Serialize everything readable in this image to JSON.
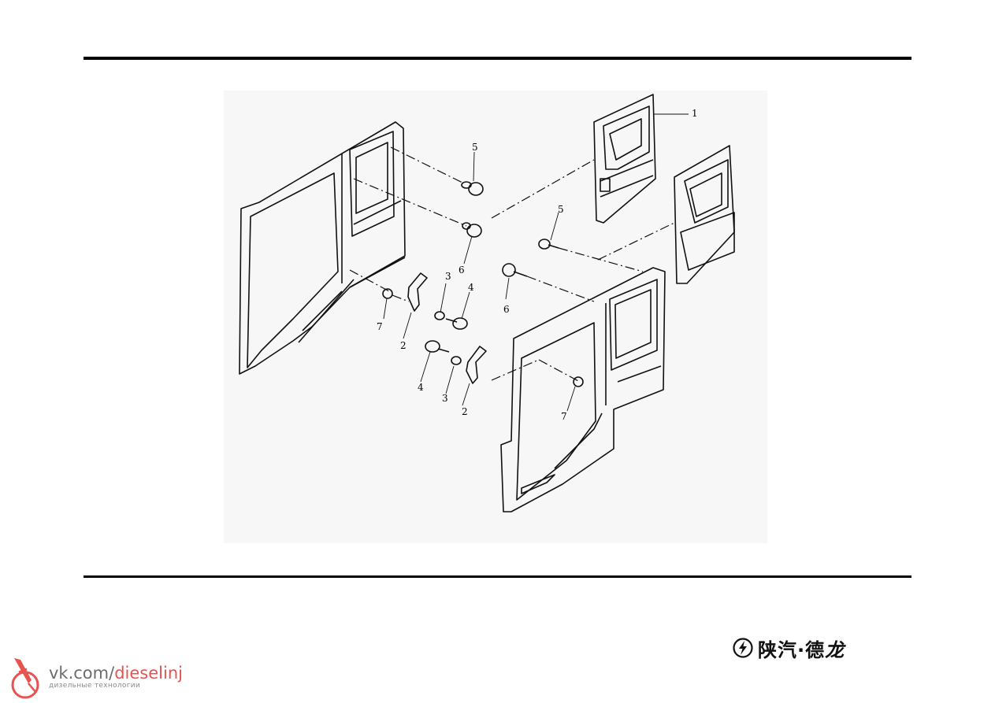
{
  "diagram": {
    "callouts": [
      "1",
      "5",
      "6",
      "5",
      "6",
      "3",
      "4",
      "7",
      "2",
      "4",
      "3",
      "2",
      "7"
    ]
  },
  "brand": {
    "name": "陕汽·德",
    "logo_char": "龙"
  },
  "watermark": {
    "url_prefix": "vk.com/",
    "url_accent": "dieselinj",
    "subtitle": "дизельные технологии",
    "accent_color": "#e8524f"
  }
}
